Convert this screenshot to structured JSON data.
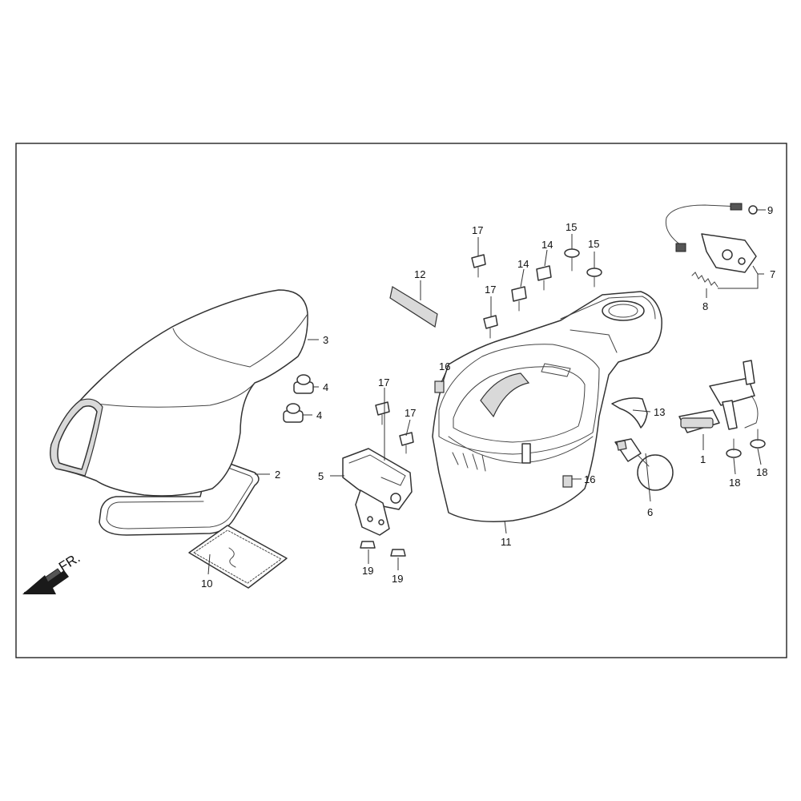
{
  "diagram": {
    "front_marker": "FR.",
    "callouts": {
      "c1": "1",
      "c2": "2",
      "c3": "3",
      "c4a": "4",
      "c4b": "4",
      "c5": "5",
      "c6": "6",
      "c7": "7",
      "c8": "8",
      "c9": "9",
      "c10": "10",
      "c11": "11",
      "c12": "12",
      "c13": "13",
      "c14a": "14",
      "c14b": "14",
      "c15a": "15",
      "c15b": "15",
      "c16a": "16",
      "c16b": "16",
      "c17a": "17",
      "c17b": "17",
      "c17c": "17",
      "c17d": "17",
      "c18a": "18",
      "c18b": "18",
      "c19a": "19",
      "c19b": "19"
    }
  }
}
